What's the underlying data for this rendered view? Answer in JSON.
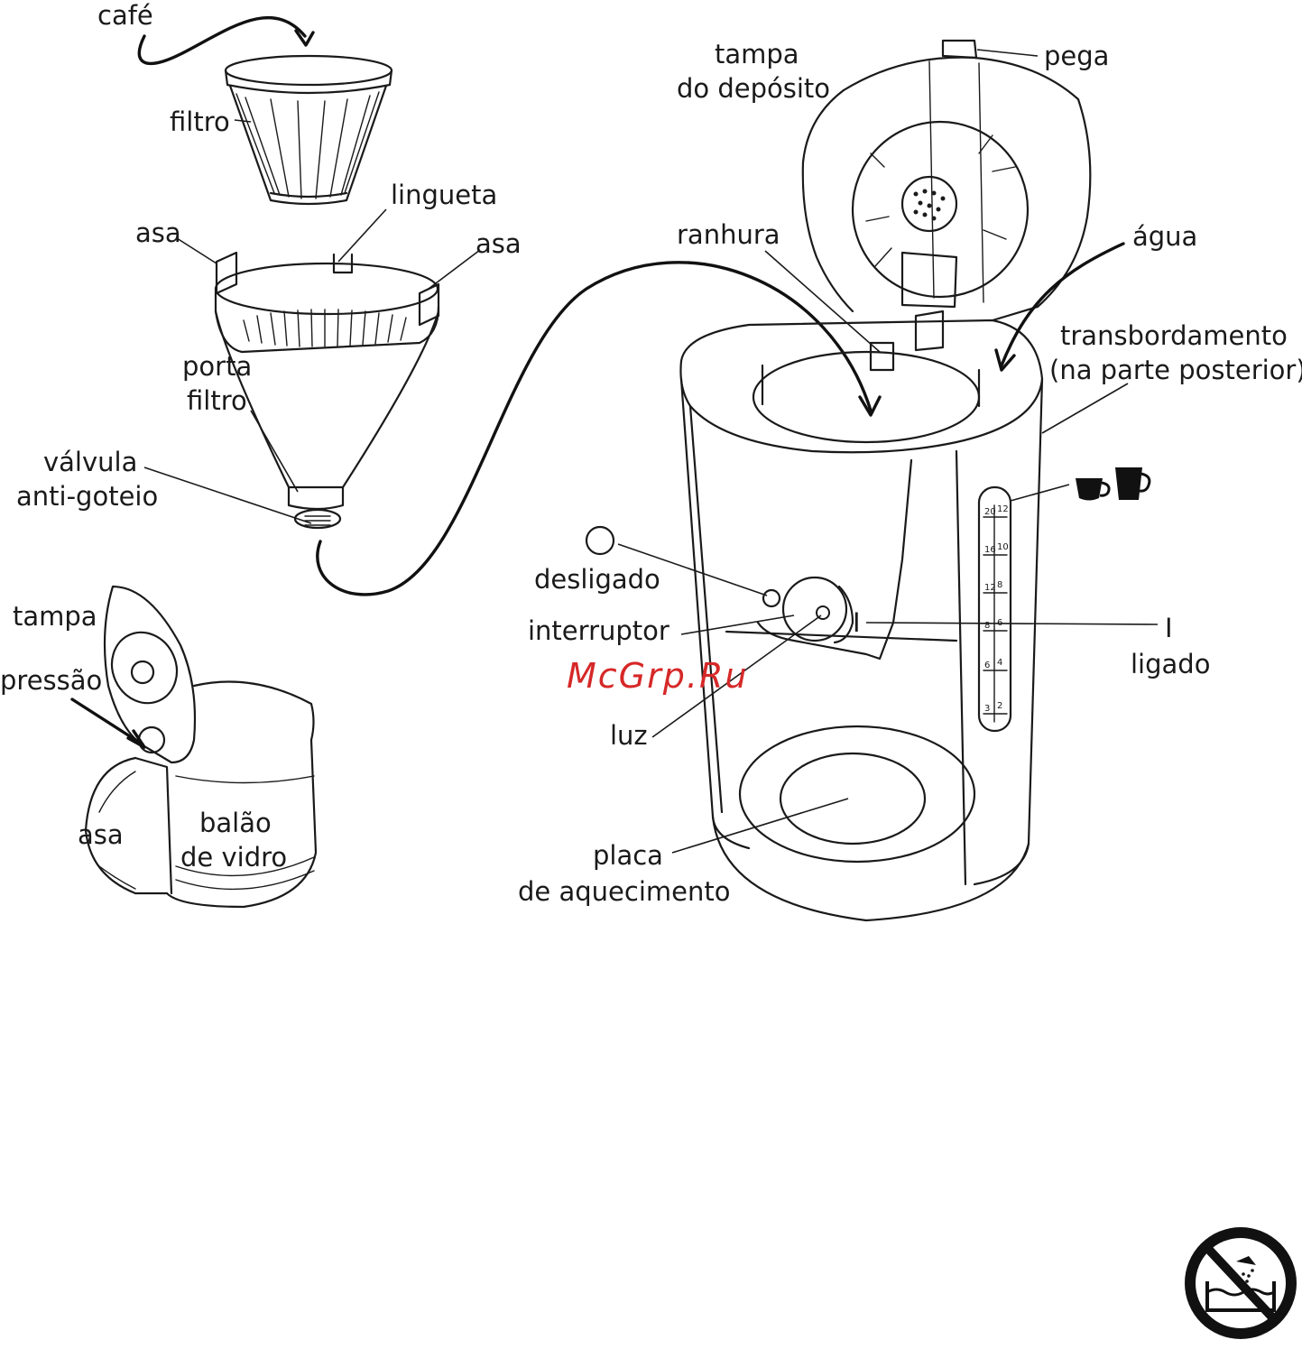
{
  "labels": {
    "cafe": "café",
    "filtro": "filtro",
    "lingueta": "lingueta",
    "asa_left": "asa",
    "asa_right": "asa",
    "porta": "porta",
    "filtro2": "filtro",
    "valvula": "válvula",
    "anti_goteio": "anti-goteio",
    "tampa_deposito_1": "tampa",
    "tampa_deposito_2": "do depósito",
    "pega": "pega",
    "ranhura": "ranhura",
    "agua": "água",
    "transbordamento_1": "transbordamento",
    "transbordamento_2": "(na parte posterior)",
    "desligado": "desligado",
    "interruptor": "interruptor",
    "luz": "luz",
    "ligado": "ligado",
    "placa_1": "placa",
    "placa_2": "de aquecimento",
    "tampa": "tampa",
    "pressao": "pressão",
    "asa_jug": "asa",
    "balao_1": "balão",
    "balao_2": "de vidro"
  },
  "switch_symbols": {
    "on": "I",
    "off": "O"
  },
  "gauge": {
    "left_scale": [
      "20",
      "16",
      "12",
      "8",
      "6",
      "3"
    ],
    "right_scale": [
      "12",
      "10",
      "8",
      "6",
      "4",
      "2"
    ]
  },
  "watermark": {
    "text": "McGrp.Ru",
    "color": "#d62828"
  },
  "icons": [
    "small-cup-icon",
    "large-cup-icon",
    "no-immersion-icon"
  ]
}
